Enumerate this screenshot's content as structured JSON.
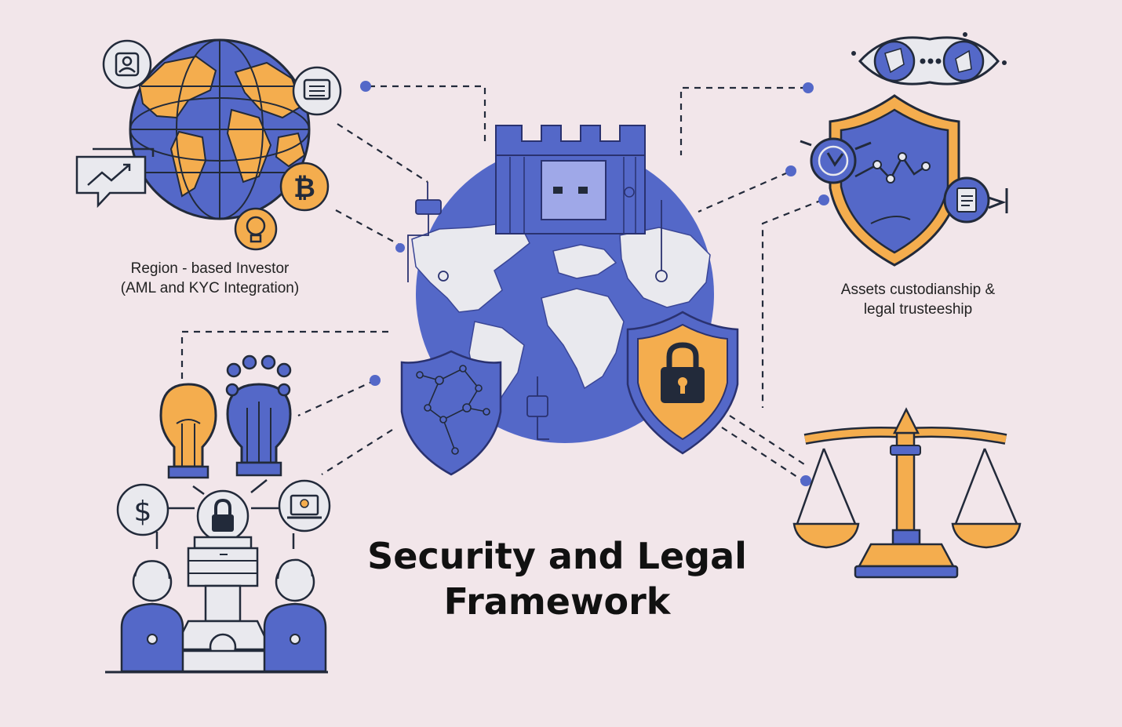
{
  "title_lines": [
    "Security and Legal",
    "Framework"
  ],
  "labels": {
    "investor": [
      "Region - based Investor",
      "(AML and KYC Integration)"
    ],
    "custody": [
      "Assets custodianship &",
      "legal trusteeship"
    ]
  },
  "icons": {
    "currency_symbol": "$",
    "bitcoin_symbol": "₿"
  },
  "colors": {
    "background": "#f2e6ea",
    "primary_blue": "#5468c8",
    "accent_orange": "#f4ad4e",
    "outline": "#222a3a",
    "land_light": "#e9e9ee",
    "text": "#111111"
  }
}
